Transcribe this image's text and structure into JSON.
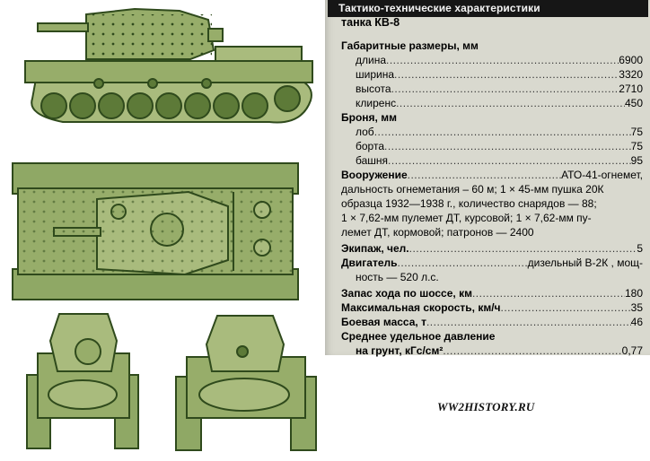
{
  "spec": {
    "header": "Тактико-технические характеристики",
    "title": "танка КВ-8",
    "dims_label": "Габаритные размеры, мм",
    "dims": [
      {
        "label": "длина",
        "value": "6900"
      },
      {
        "label": "ширина",
        "value": "3320"
      },
      {
        "label": "высота",
        "value": "2710"
      },
      {
        "label": "клиренс",
        "value": "450"
      }
    ],
    "armor_label": "Броня, мм",
    "armor": [
      {
        "label": "лоб",
        "value": "75"
      },
      {
        "label": "борта",
        "value": "75"
      },
      {
        "label": "башня",
        "value": "95"
      }
    ],
    "armament": {
      "label": "Вооружение",
      "first": "АТО-41-огнемет,",
      "lines": [
        "дальность огнеметания – 60 м; 1 × 45-мм пушка 20К",
        "образца 1932—1938 г., количество снарядов — 88;",
        "1 × 7,62-мм пулемет ДТ, курсовой; 1 × 7,62-мм пу-",
        "лемет ДТ, кормовой; патронов — 2400"
      ]
    },
    "crew": {
      "label": "Экипаж, чел.",
      "value": "5"
    },
    "engine": {
      "label": "Двигатель",
      "value": "дизельный В-2К , мощ-",
      "cont": "ность — 520 л.с."
    },
    "range": {
      "label": "Запас хода по шоссе, км",
      "value": "180"
    },
    "speed": {
      "label": "Максимальная скорость, км/ч",
      "value": "35"
    },
    "weight": {
      "label": "Боевая масса, т",
      "value": "46"
    },
    "pressure": {
      "label1": "Среднее удельное давление",
      "label2": "на грунт, кГс/см²",
      "value": "0,77"
    }
  },
  "watermark": "WW2HISTORY.RU",
  "colors": {
    "ink": "#2f4a1c",
    "fill": "#97ad6a",
    "panel": "#d9d9cf",
    "header": "#161616"
  }
}
